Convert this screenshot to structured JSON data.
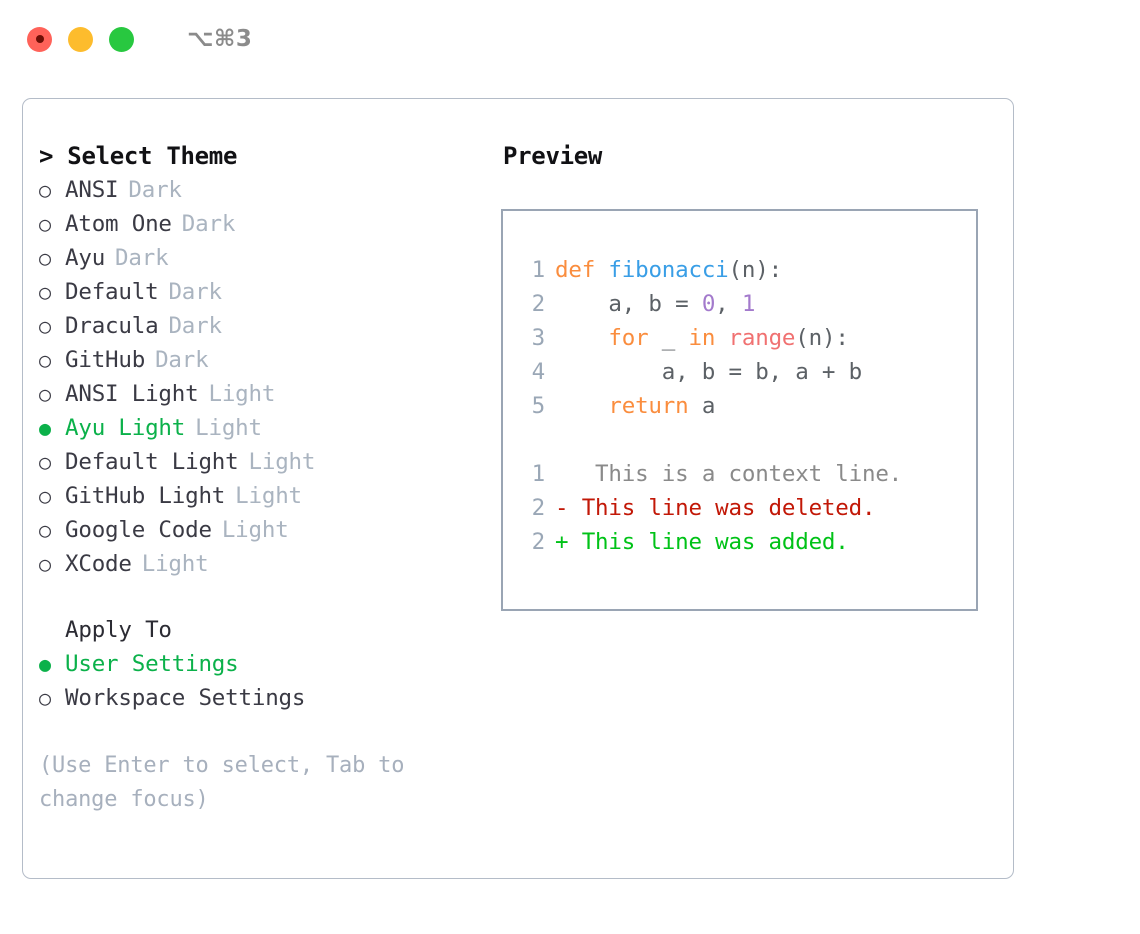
{
  "titlebar": {
    "shortcut": "⌥⌘3",
    "lights": [
      {
        "name": "close",
        "color": "#ff6259"
      },
      {
        "name": "minimize",
        "color": "#fdbc2d"
      },
      {
        "name": "maximize",
        "color": "#28c840"
      }
    ]
  },
  "theme_list": {
    "header": "> Select Theme",
    "items": [
      {
        "marker": "○",
        "label": "ANSI",
        "suffix": "Dark",
        "selected": false
      },
      {
        "marker": "○",
        "label": "Atom One",
        "suffix": "Dark",
        "selected": false
      },
      {
        "marker": "○",
        "label": "Ayu",
        "suffix": "Dark",
        "selected": false
      },
      {
        "marker": "○",
        "label": "Default",
        "suffix": "Dark",
        "selected": false
      },
      {
        "marker": "○",
        "label": "Dracula",
        "suffix": "Dark",
        "selected": false
      },
      {
        "marker": "○",
        "label": "GitHub",
        "suffix": "Dark",
        "selected": false
      },
      {
        "marker": "○",
        "label": "ANSI Light",
        "suffix": "Light",
        "selected": false
      },
      {
        "marker": "●",
        "label": "Ayu Light",
        "suffix": "Light",
        "selected": true
      },
      {
        "marker": "○",
        "label": "Default Light",
        "suffix": "Light",
        "selected": false
      },
      {
        "marker": "○",
        "label": "GitHub Light",
        "suffix": "Light",
        "selected": false
      },
      {
        "marker": "○",
        "label": "Google Code",
        "suffix": "Light",
        "selected": false
      },
      {
        "marker": "○",
        "label": "XCode",
        "suffix": "Light",
        "selected": false
      }
    ]
  },
  "apply_to": {
    "title": "Apply To",
    "items": [
      {
        "marker": "●",
        "label": "User Settings",
        "selected": true
      },
      {
        "marker": "○",
        "label": "Workspace Settings",
        "selected": false
      }
    ]
  },
  "hint": "(Use Enter to select, Tab to change focus)",
  "preview": {
    "header": "Preview",
    "code": [
      {
        "lineno": "1",
        "tokens": [
          {
            "t": "def",
            "c": "kw"
          },
          {
            "t": " ",
            "c": "pun"
          },
          {
            "t": "fibonacci",
            "c": "fn"
          },
          {
            "t": "(n):",
            "c": "pun"
          }
        ]
      },
      {
        "lineno": "2",
        "tokens": [
          {
            "t": "    a, b = ",
            "c": "var"
          },
          {
            "t": "0",
            "c": "num"
          },
          {
            "t": ", ",
            "c": "pun"
          },
          {
            "t": "1",
            "c": "num"
          }
        ]
      },
      {
        "lineno": "3",
        "tokens": [
          {
            "t": "    ",
            "c": "var"
          },
          {
            "t": "for",
            "c": "kw"
          },
          {
            "t": " _ ",
            "c": "var"
          },
          {
            "t": "in",
            "c": "kw"
          },
          {
            "t": " ",
            "c": "var"
          },
          {
            "t": "range",
            "c": "bi"
          },
          {
            "t": "(n):",
            "c": "pun"
          }
        ]
      },
      {
        "lineno": "4",
        "tokens": [
          {
            "t": "        a, b = b, a + b",
            "c": "var"
          }
        ]
      },
      {
        "lineno": "5",
        "tokens": [
          {
            "t": "    ",
            "c": "var"
          },
          {
            "t": "return",
            "c": "kw"
          },
          {
            "t": " a",
            "c": "var"
          }
        ]
      }
    ],
    "diff": [
      {
        "lineno": "1",
        "sign": " ",
        "text": "  This is a context line.",
        "kind": "ctx"
      },
      {
        "lineno": "2",
        "sign": "-",
        "text": " This line was deleted.",
        "kind": "del"
      },
      {
        "lineno": "2",
        "sign": "+",
        "text": " This line was added.",
        "kind": "add"
      }
    ]
  },
  "colors": {
    "selected_green": "#0bb14a",
    "suffix_gray": "#aab4c0",
    "keyword_orange": "#fa8d3e",
    "function_blue": "#399ee6",
    "number_purple": "#a37acc",
    "builtin_red": "#f07171",
    "diff_delete": "#c21807",
    "diff_add": "#00c217",
    "lineno_gray": "#9aa7b6",
    "panel_border": "#b4bcc8",
    "preview_border": "#9aa5b4"
  }
}
